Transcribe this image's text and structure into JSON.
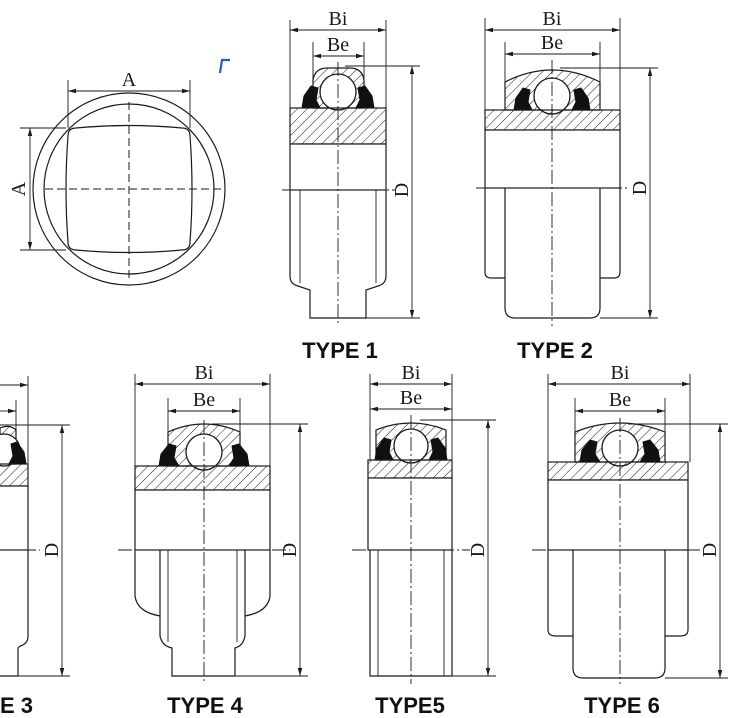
{
  "figure": {
    "square_bore": {
      "a_horizontal": "A",
      "a_vertical": "A"
    },
    "type1": {
      "label": "TYPE 1",
      "bi": "Bi",
      "be": "Be",
      "d": "D"
    },
    "type2": {
      "label": "TYPE 2",
      "bi": "Bi",
      "be": "Be",
      "d": "D"
    },
    "type3": {
      "label": "E 3",
      "d": "D"
    },
    "type4": {
      "label": "TYPE 4",
      "bi": "Bi",
      "be": "Be",
      "d": "D"
    },
    "type5": {
      "label": "TYPE5",
      "bi": "Bi",
      "be": "Be",
      "d": "D"
    },
    "type6": {
      "label": "TYPE 6",
      "bi": "Bi",
      "be": "Be",
      "d": "D"
    }
  },
  "colors": {
    "line": "#1a1a1a",
    "seal": "#111111",
    "mark": "#2a5db0"
  }
}
